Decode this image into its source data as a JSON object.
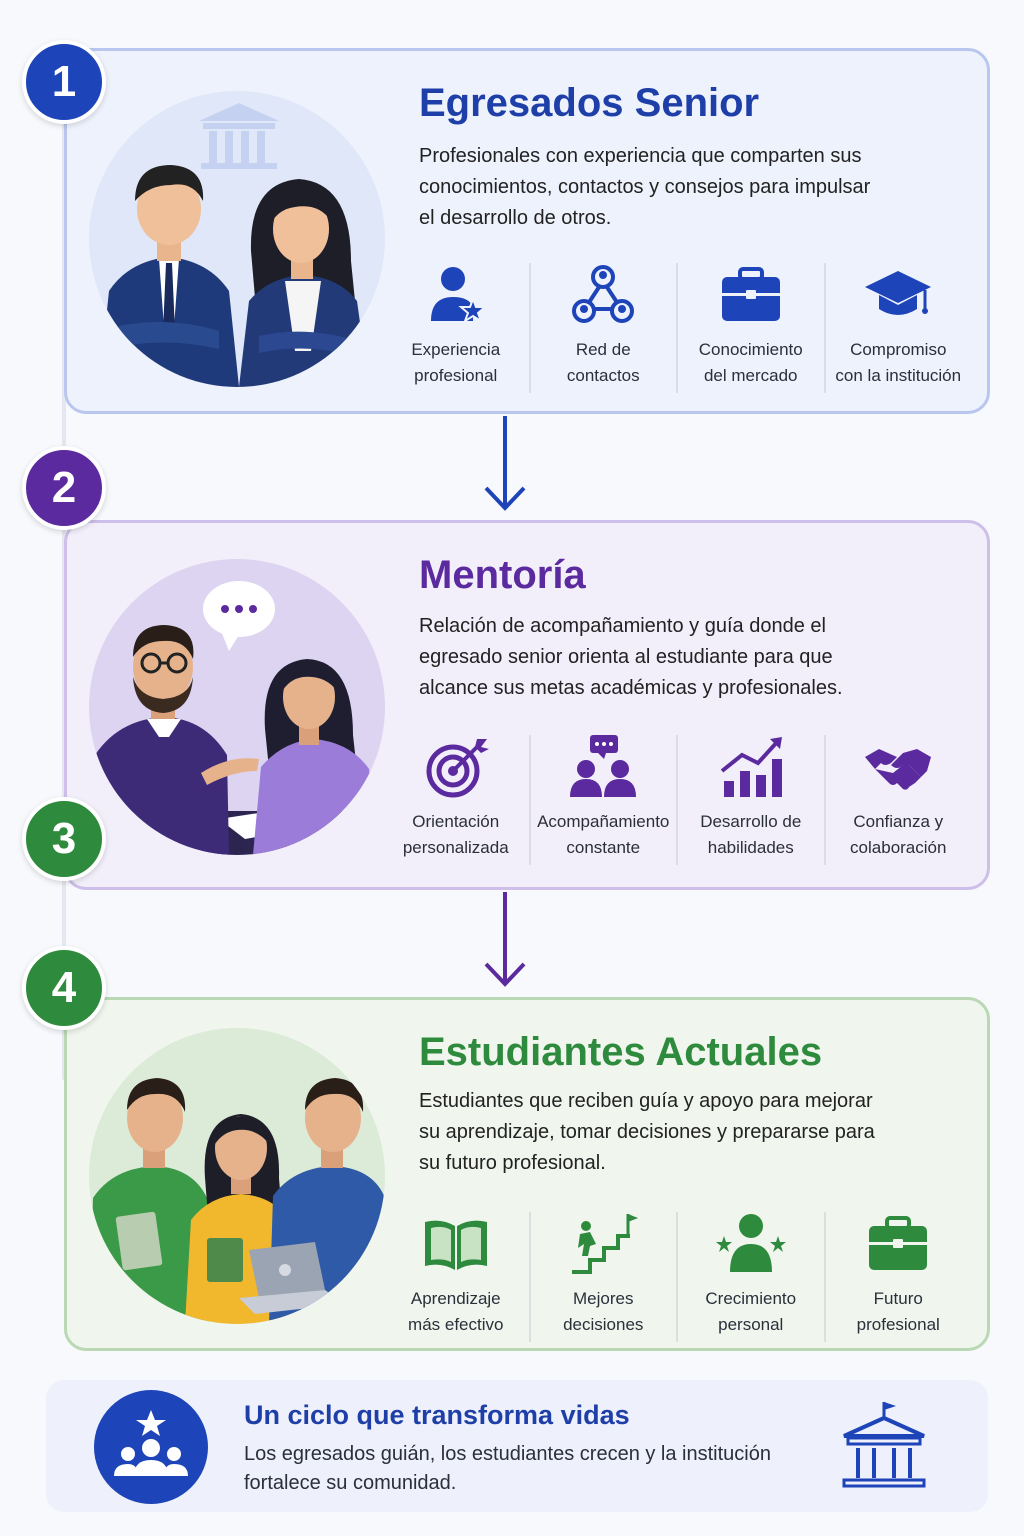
{
  "steps": [
    "1",
    "2",
    "3",
    "4"
  ],
  "colors": {
    "blue": "#1d44b8",
    "purple": "#5b2a9e",
    "green": "#2e8a3c"
  },
  "cards": [
    {
      "title": "Egresados Senior",
      "description": "Profesionales con experiencia que comparten sus conocimientos, contactos y consejos para impulsar el desarrollo de otros.",
      "features": [
        {
          "label": "Experiencia\nprofesional",
          "icon": "professional-star-icon"
        },
        {
          "label": "Red de\ncontactos",
          "icon": "network-icon"
        },
        {
          "label": "Conocimiento\ndel mercado",
          "icon": "briefcase-icon"
        },
        {
          "label": "Compromiso\ncon la institución",
          "icon": "graduation-cap-icon"
        }
      ]
    },
    {
      "title": "Mentoría",
      "description": "Relación de acompañamiento y guía donde el egresado senior orienta al estudiante para que alcance sus metas académicas y profesionales.",
      "features": [
        {
          "label": "Orientación\npersonalizada",
          "icon": "target-icon"
        },
        {
          "label": "Acompañamiento\nconstante",
          "icon": "people-chat-icon"
        },
        {
          "label": "Desarrollo de\nhabilidades",
          "icon": "growth-chart-icon"
        },
        {
          "label": "Confianza y\ncolaboración",
          "icon": "handshake-icon"
        }
      ]
    },
    {
      "title": "Estudiantes Actuales",
      "description": "Estudiantes que reciben guía y apoyo para mejorar su aprendizaje, tomar decisiones y prepararse para su futuro profesional.",
      "features": [
        {
          "label": "Aprendizaje\nmás efectivo",
          "icon": "open-book-icon"
        },
        {
          "label": "Mejores\ndecisiones",
          "icon": "stairs-flag-icon"
        },
        {
          "label": "Crecimiento\npersonal",
          "icon": "person-stars-icon"
        },
        {
          "label": "Futuro\nprofesional",
          "icon": "briefcase-icon"
        }
      ]
    }
  ],
  "footer": {
    "title": "Un ciclo que transforma vidas",
    "text": "Los egresados guián, los estudiantes crecen y la institución fortalece su comunidad."
  }
}
